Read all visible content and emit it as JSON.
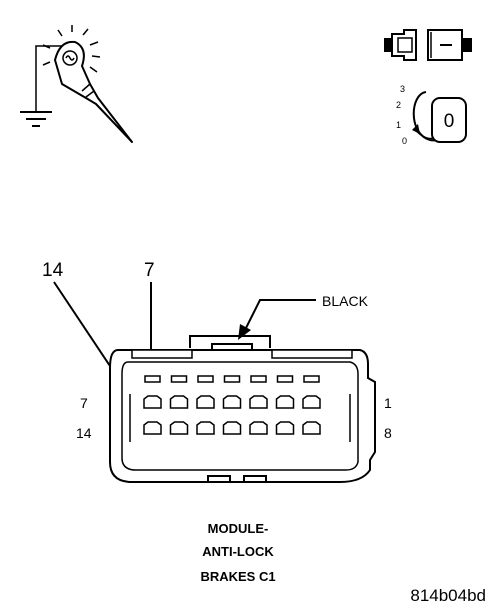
{
  "connector": {
    "callout_left": "14",
    "callout_top": "7",
    "color_label": "BLACK",
    "row1_left": "7",
    "row1_right": "1",
    "row2_left": "14",
    "row2_right": "8"
  },
  "title": {
    "line1": "MODULE-",
    "line2": "ANTI-LOCK",
    "line3": "BRAKES C1"
  },
  "figure_ref": "814b04bd",
  "ignition_positions": [
    "3",
    "2",
    "1",
    "0"
  ],
  "ignition_key_label": "0",
  "icons": {
    "probe": "test-light-probe-icon",
    "ground": "ground-icon",
    "connector_separated": "disconnected-connector-icon",
    "ignition": "ignition-key-icon"
  }
}
